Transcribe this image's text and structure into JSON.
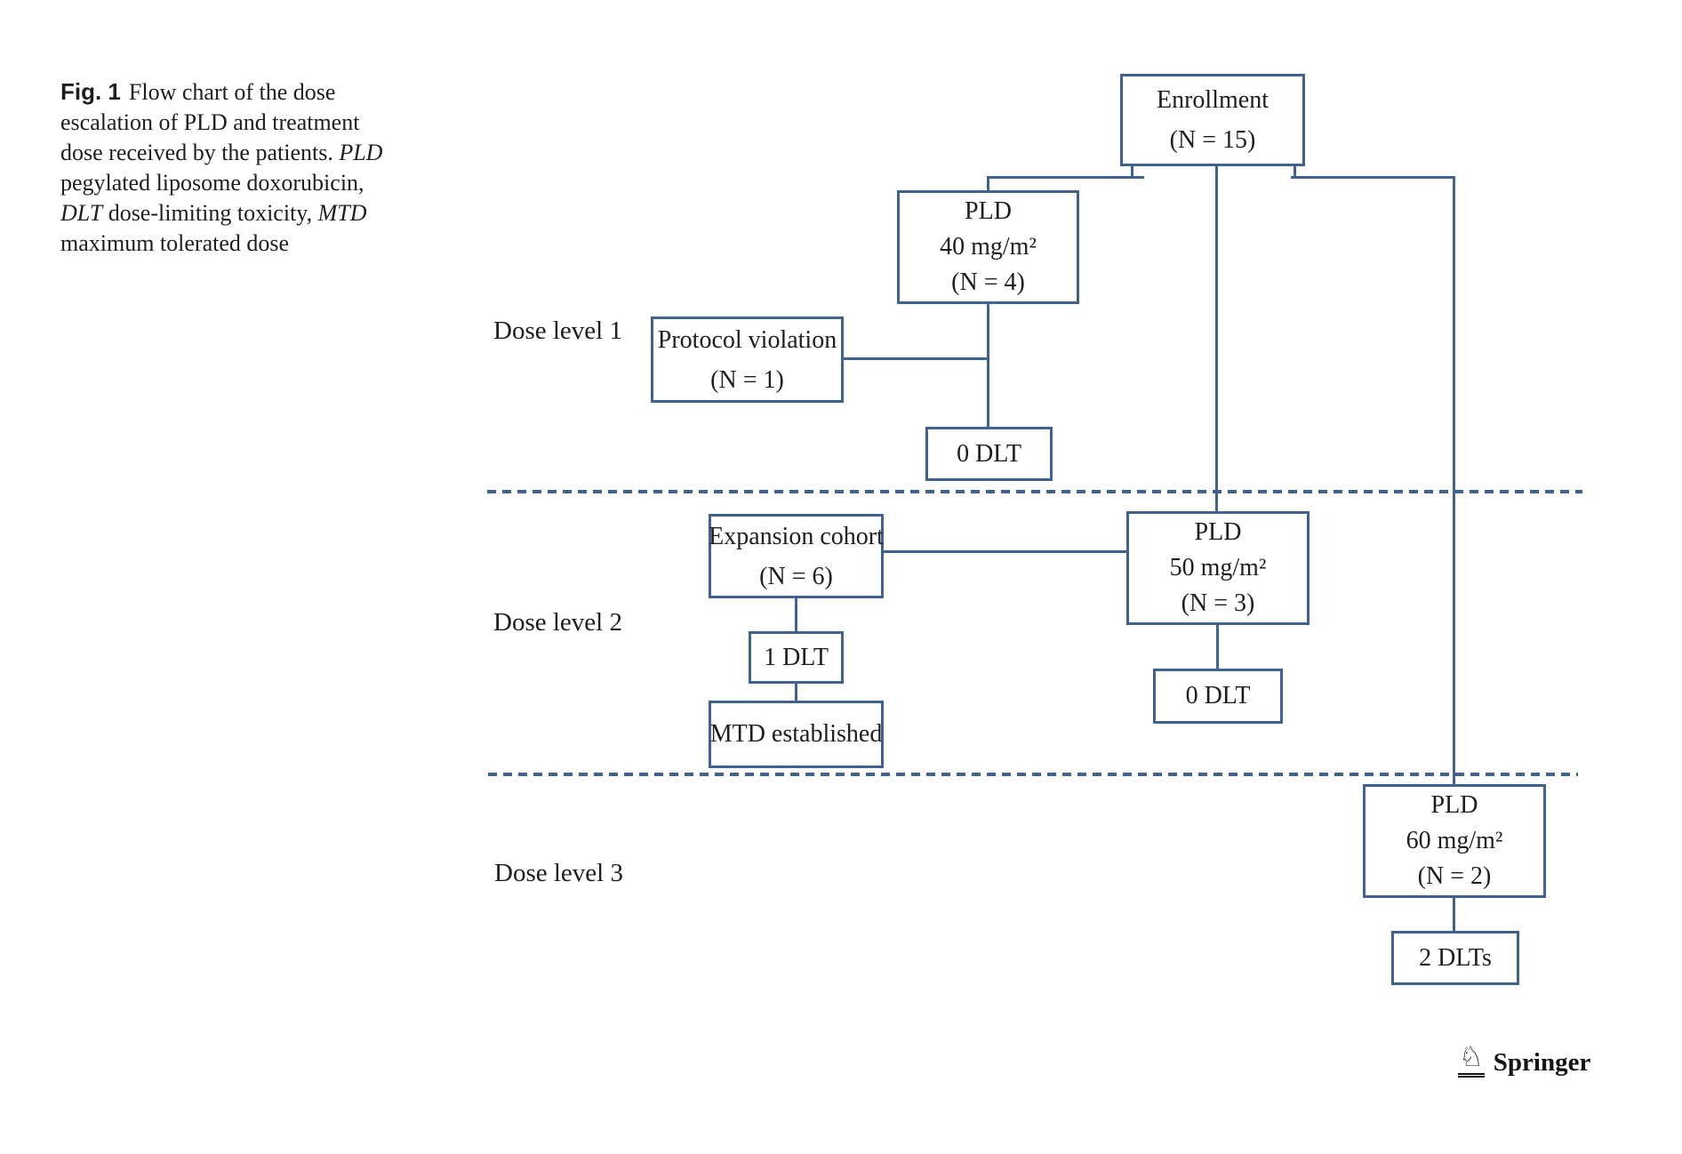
{
  "caption": {
    "fig_label": "Fig. 1",
    "intro": "Flow chart of the dose escalation of PLD and treatment dose received by the patients. ",
    "abbr_pld": "PLD",
    "def_pld": " pegylated liposome doxorubicin, ",
    "abbr_dlt": "DLT",
    "def_dlt": " dose-limiting toxicity, ",
    "abbr_mtd": "MTD",
    "def_mtd": " maximum tolerated dose"
  },
  "flowchart": {
    "nodes": {
      "enrollment": [
        "Enrollment",
        "(N = 15)"
      ],
      "pld_40": [
        "PLD",
        "40 mg/m²",
        "(N = 4)"
      ],
      "protocol_violation": [
        "Protocol violation",
        "(N = 1)"
      ],
      "dlt_level_1": [
        "0 DLT"
      ],
      "expansion_cohort": [
        "Expansion cohort",
        "(N = 6)"
      ],
      "pld_50": [
        "PLD",
        "50 mg/m²",
        "(N = 3)"
      ],
      "dlt_expansion": [
        "1 DLT"
      ],
      "mtd_established": [
        "MTD established"
      ],
      "dlt_level_2": [
        "0 DLT"
      ],
      "pld_60": [
        "PLD",
        "60 mg/m²",
        "(N = 2)"
      ],
      "dlt_level_3": [
        "2 DLTs"
      ]
    },
    "dose_level_labels": [
      "Dose level 1",
      "Dose level 2",
      "Dose level 3"
    ]
  },
  "publisher": {
    "name": "Springer",
    "knight_glyph": "♘"
  },
  "colors": {
    "line_blue": "#41618e",
    "text_black": "#1f1d1e"
  }
}
